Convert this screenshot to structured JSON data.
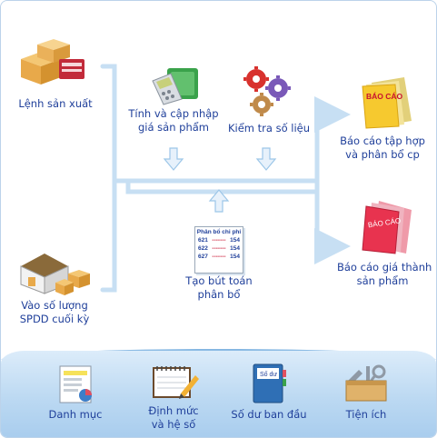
{
  "nodes": {
    "production_order": "Lệnh sản xuất",
    "update_price": [
      "Tính và cập nhập",
      "giá sản phẩm"
    ],
    "check_data": "Kiểm tra số liệu",
    "aggregate_report": [
      "Báo cáo tập hợp",
      "và phân bổ cp"
    ],
    "cost_report": [
      "Báo cáo giá thành",
      "sản phẩm"
    ],
    "allocation_entry": [
      "Tạo bút toán",
      "phân bổ"
    ],
    "wip_entry": [
      "Vào số lượng",
      "SPDD cuối kỳ"
    ]
  },
  "icons": {
    "report_tag": "BÁO CÁO",
    "cost_report_tag": "BÁO CÁO",
    "ledger_tag": "Số dư",
    "allocation_card": {
      "title": "Phân bổ chi phí",
      "rows": [
        {
          "from": "621",
          "to": "154"
        },
        {
          "from": "622",
          "to": "154"
        },
        {
          "from": "627",
          "to": "154"
        }
      ]
    }
  },
  "toolbar": {
    "catalog": "Danh mục",
    "norms": [
      "Định mức",
      "và hệ số"
    ],
    "opening_balance": "Số dư ban đầu",
    "utilities": "Tiện ích"
  },
  "colors": {
    "label": "#1f3f9a",
    "flow_line": "#b9d6f0",
    "toolbar_bg": "#bcd9f2"
  }
}
